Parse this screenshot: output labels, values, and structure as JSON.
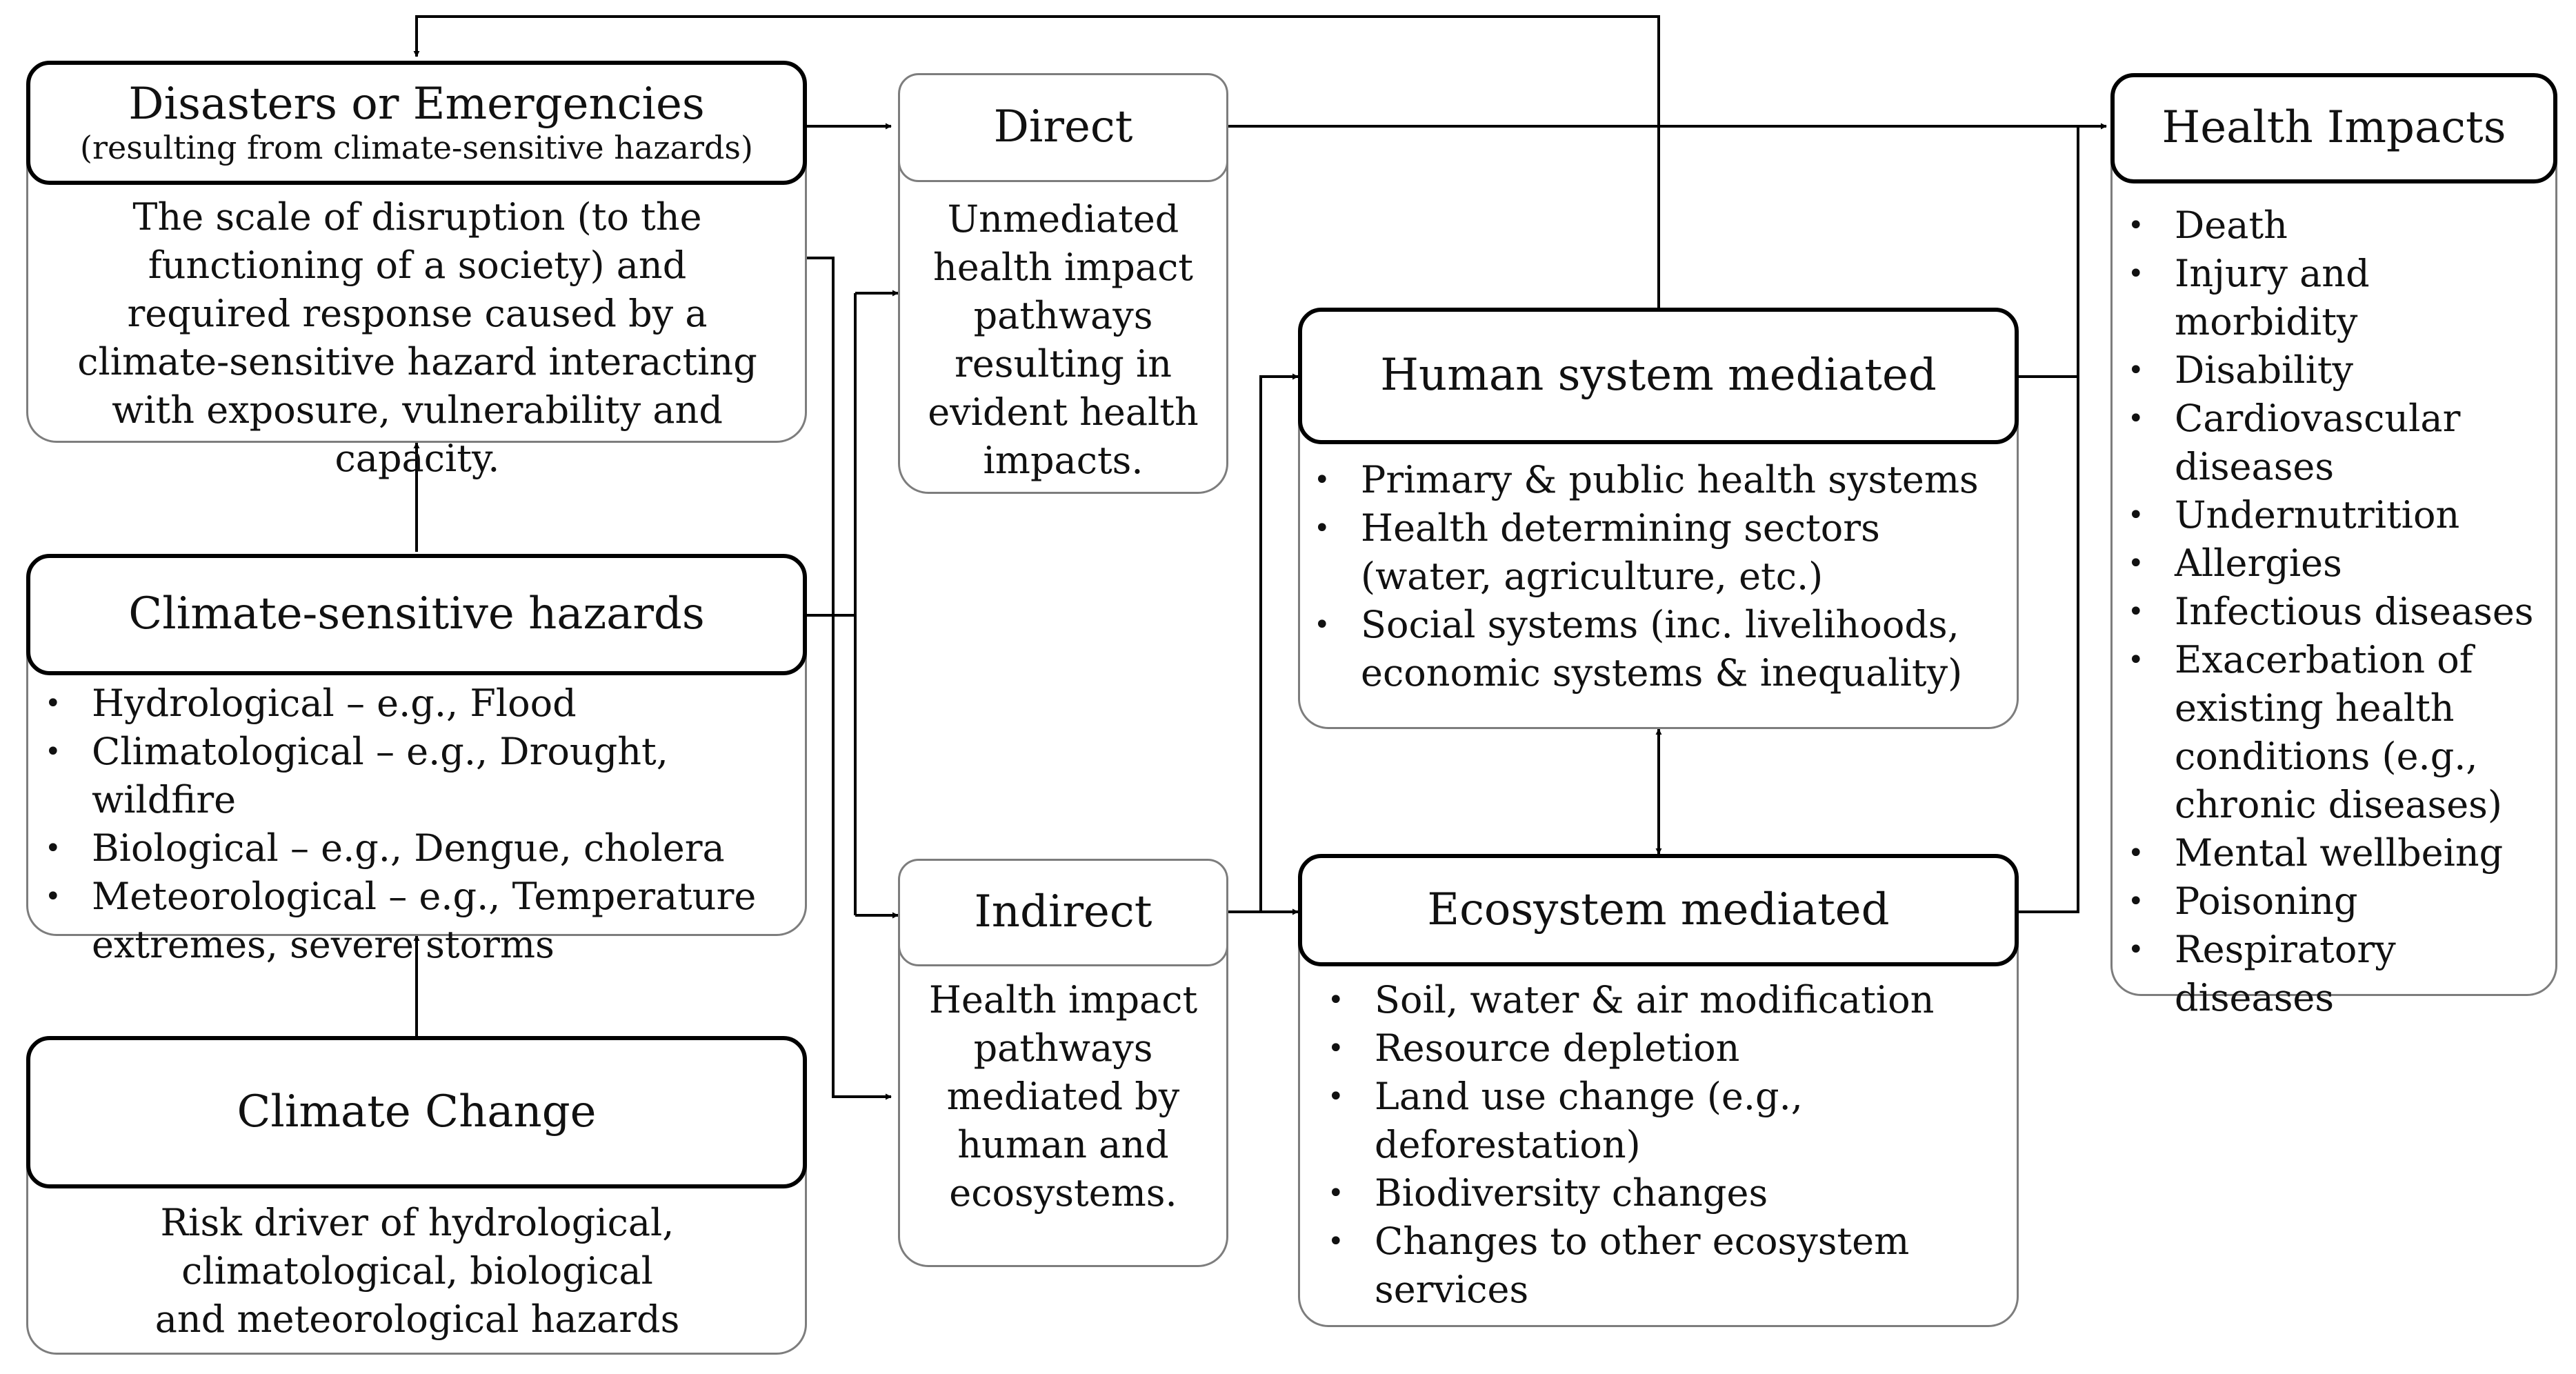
{
  "nodes": {
    "disasters": {
      "title": "Disasters or Emergencies",
      "subtitle": "(resulting from climate-sensitive hazards)",
      "description": "The scale of disruption (to the functioning of a society) and required response caused by a climate-sensitive hazard interacting with exposure, vulnerability and capacity."
    },
    "hazards": {
      "title": "Climate-sensitive hazards",
      "items": [
        "Hydrological – e.g., Flood",
        "Climatological – e.g., Drought, wildfire",
        "Biological – e.g., Dengue, cholera",
        "Meteorological – e.g., Temperature extremes, severe storms"
      ]
    },
    "climate_change": {
      "title": "Climate Change",
      "description": "Risk driver of hydrological, climatological, biological and meteorological hazards"
    },
    "direct": {
      "title": "Direct",
      "description": "Unmediated health impact pathways resulting in evident health impacts."
    },
    "indirect": {
      "title": "Indirect",
      "description": "Health impact pathways mediated by human and ecosystems."
    },
    "human_system": {
      "title": "Human system mediated",
      "items": [
        "Primary & public health systems",
        "Health determining sectors (water, agriculture, etc.)",
        "Social systems (inc. livelihoods, economic systems & inequality)"
      ]
    },
    "ecosystem": {
      "title": "Ecosystem mediated",
      "items": [
        "Soil, water & air modification",
        "Resource depletion",
        "Land use change (e.g., deforestation)",
        "Biodiversity changes",
        "Changes to other ecosystem services"
      ]
    },
    "health_impacts": {
      "title": "Health Impacts",
      "items": [
        "Death",
        "Injury and morbidity",
        "Disability",
        "Cardiovascular diseases",
        "Undernutrition",
        "Allergies",
        "Infectious diseases",
        "Exacerbation of existing health conditions (e.g., chronic diseases)",
        "Mental wellbeing",
        "Poisoning",
        "Respiratory diseases"
      ]
    }
  }
}
